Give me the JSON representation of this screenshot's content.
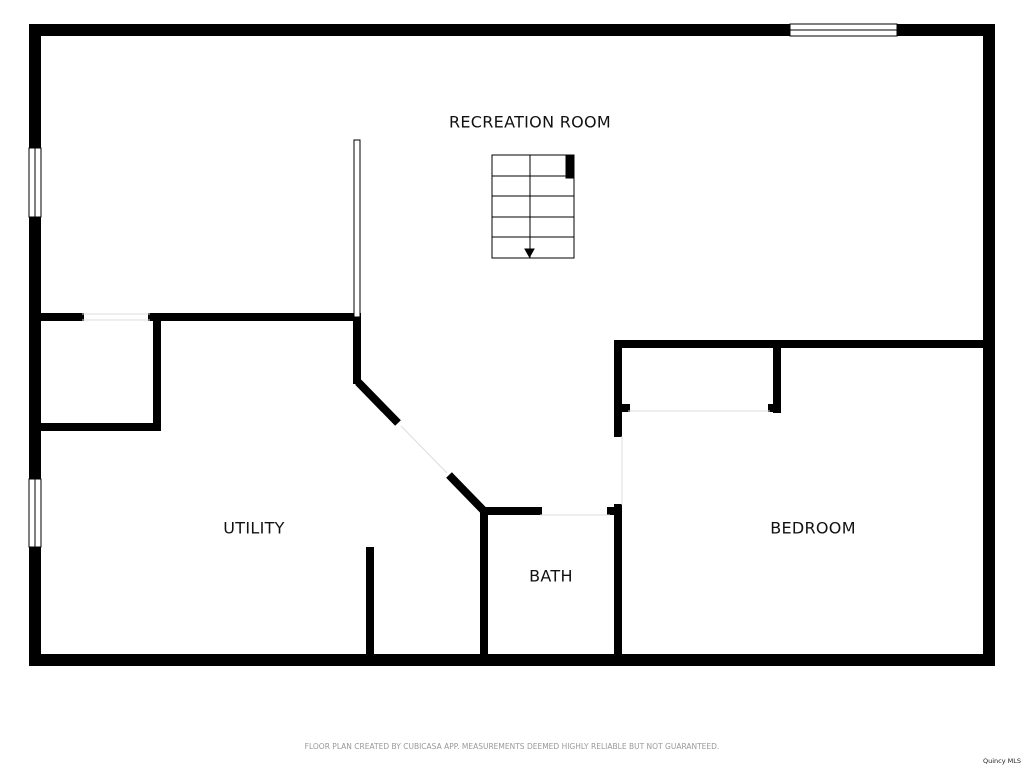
{
  "rooms": {
    "recreation_room": "RECREATION ROOM",
    "utility": "UTILITY",
    "bath": "BATH",
    "bedroom": "BEDROOM"
  },
  "footer": {
    "disclaimer": "FLOOR PLAN CREATED BY CUBICASA APP. MEASUREMENTS DEEMED HIGHLY RELIABLE BUT NOT GUARANTEED.",
    "watermark": "Quincy MLS"
  }
}
